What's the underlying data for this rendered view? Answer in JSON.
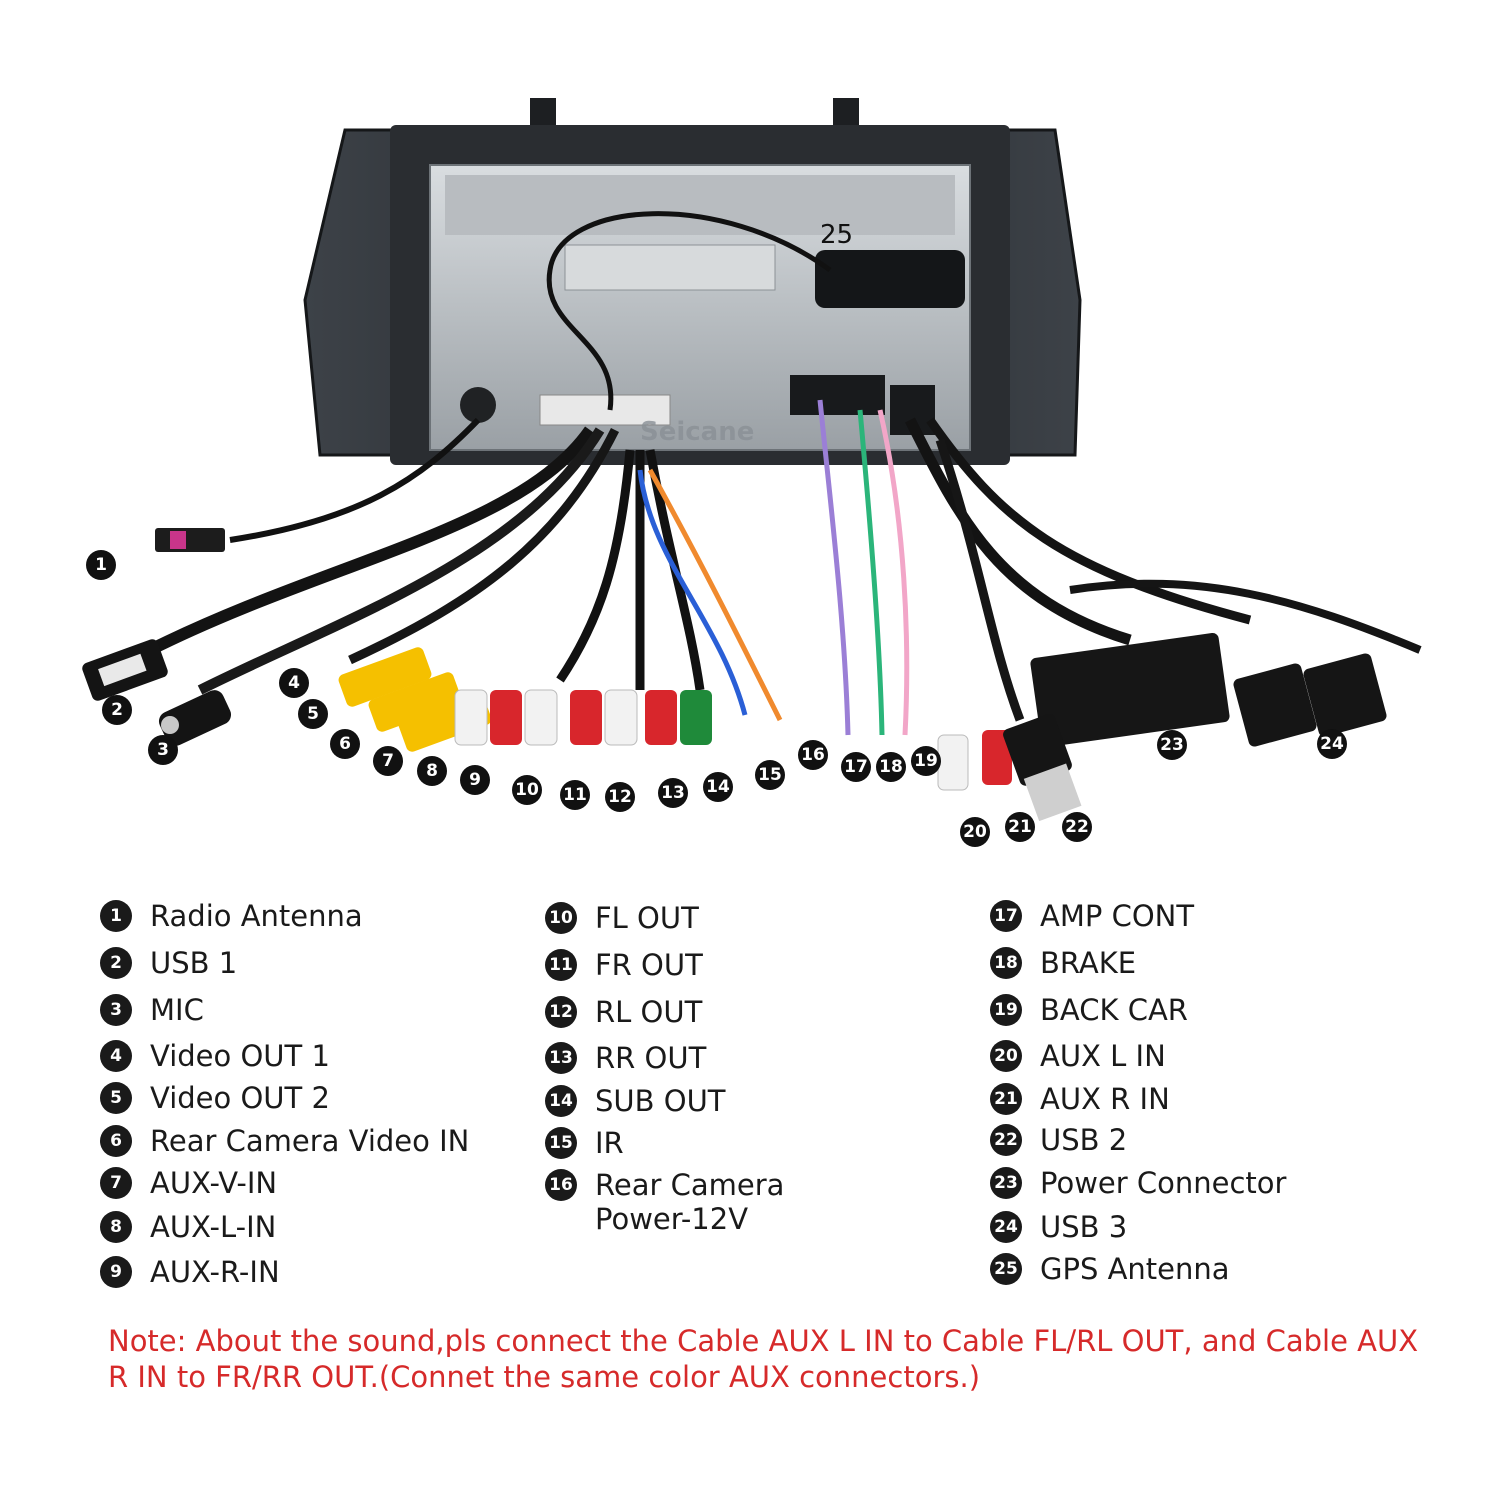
{
  "photo": {
    "brand_watermark": "Seicane",
    "gps_label": "25",
    "callouts": [
      "1",
      "2",
      "3",
      "4",
      "5",
      "6",
      "7",
      "8",
      "9",
      "10",
      "11",
      "12",
      "13",
      "14",
      "15",
      "16",
      "17",
      "18",
      "19",
      "20",
      "21",
      "22",
      "23",
      "24"
    ]
  },
  "legend": {
    "col1": [
      {
        "num": "1",
        "label": "Radio Antenna"
      },
      {
        "num": "2",
        "label": "USB 1"
      },
      {
        "num": "3",
        "label": "MIC"
      },
      {
        "num": "4",
        "label": "Video OUT 1"
      },
      {
        "num": "5",
        "label": "Video OUT 2"
      },
      {
        "num": "6",
        "label": "Rear Camera Video IN"
      },
      {
        "num": "7",
        "label": "AUX-V-IN"
      },
      {
        "num": "8",
        "label": "AUX-L-IN"
      },
      {
        "num": "9",
        "label": "AUX-R-IN"
      }
    ],
    "col2": [
      {
        "num": "10",
        "label": "FL OUT"
      },
      {
        "num": "11",
        "label": "FR OUT"
      },
      {
        "num": "12",
        "label": "RL OUT"
      },
      {
        "num": "13",
        "label": "RR OUT"
      },
      {
        "num": "14",
        "label": "SUB OUT"
      },
      {
        "num": "15",
        "label": "IR"
      },
      {
        "num": "16",
        "label": "Rear Camera\nPower-12V"
      }
    ],
    "col3": [
      {
        "num": "17",
        "label": "AMP CONT"
      },
      {
        "num": "18",
        "label": "BRAKE"
      },
      {
        "num": "19",
        "label": "BACK CAR"
      },
      {
        "num": "20",
        "label": "AUX L IN"
      },
      {
        "num": "21",
        "label": "AUX R IN"
      },
      {
        "num": "22",
        "label": "USB 2"
      },
      {
        "num": "23",
        "label": "Power Connector"
      },
      {
        "num": "24",
        "label": "USB 3"
      },
      {
        "num": "25",
        "label": "GPS Antenna"
      }
    ]
  },
  "note": "Note: About the sound,pls connect the Cable AUX L IN to Cable FL/RL OUT, and Cable AUX R IN to  FR/RR OUT.(Connet the same color AUX connectors.)",
  "colors": {
    "note": "#d62a2a",
    "rca_yellow": "#f5c000",
    "rca_red": "#d8262c",
    "rca_white": "#f2f2f2",
    "rca_green": "#1f8a3a",
    "wire_blue": "#2a5fd6",
    "wire_orange": "#f08a2e",
    "wire_green": "#2bb57a",
    "wire_pink": "#f2a6c8",
    "wire_purple": "#9b7fd6",
    "fakra_pink": "#c8358a"
  }
}
